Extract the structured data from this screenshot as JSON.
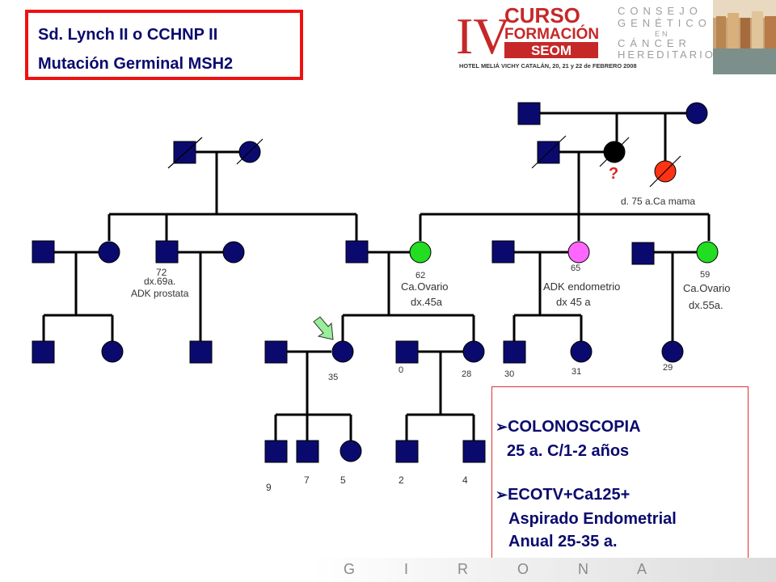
{
  "title": {
    "line1": "Sd. Lynch II o CCHNP II",
    "line2": "Mutación Germinal MSH2"
  },
  "logo": {
    "roman": "IV",
    "curso": "CURSO",
    "formacion": "FORMACIÓN",
    "seom": "SEOM",
    "consejo": "CONSEJO",
    "genetico": "GENÉTICO",
    "en": "EN",
    "cancer": "CÁNCER",
    "hereditario": "HEREDITARIO",
    "venue": "HOTEL MELIÁ VICHY CATALÁN, 20, 21 y 22 de FEBRERO 2008"
  },
  "pedigree": {
    "unknown_mark": "?",
    "labels": {
      "ca_mama": "d. 75 a.Ca mama",
      "age_72": "72",
      "dx_69": "dx.69a.",
      "adk_prostata": "ADK prostata",
      "age_62": "62",
      "ca_ovario_1": "Ca.Ovario",
      "dx_45a": "dx.45a",
      "age_65": "65",
      "adk_endometrio": "ADK endometrio",
      "dx_45_a": "dx 45 a",
      "age_59": "59",
      "ca_ovario_2": "Ca.Ovario",
      "dx_55a": "dx.55a.",
      "age_35": "35",
      "age_0": "0",
      "age_28": "28",
      "age_30": "30",
      "age_31": "31",
      "age_29": "29",
      "age_9": "9",
      "age_7": "7",
      "age_5": "5",
      "age_2": "2",
      "age_4": "4"
    },
    "colors": {
      "member": "#0a0a6e",
      "ovarian_cancer": "#22dd22",
      "endometrial_cancer": "#ff66ff",
      "breast_cancer": "#ff3311",
      "unknown": "#000000",
      "proband_arrow": "#99ee99"
    }
  },
  "advice": {
    "item1_title": "COLONOSCOPIA",
    "item1_detail": "25 a. C/1-2 años",
    "item2_title": "ECOTV+Ca125+",
    "item2_line2": "Aspirado Endometrial",
    "item2_line3": "Anual 25-35 a."
  },
  "footer": {
    "city": "G I R O N A"
  }
}
